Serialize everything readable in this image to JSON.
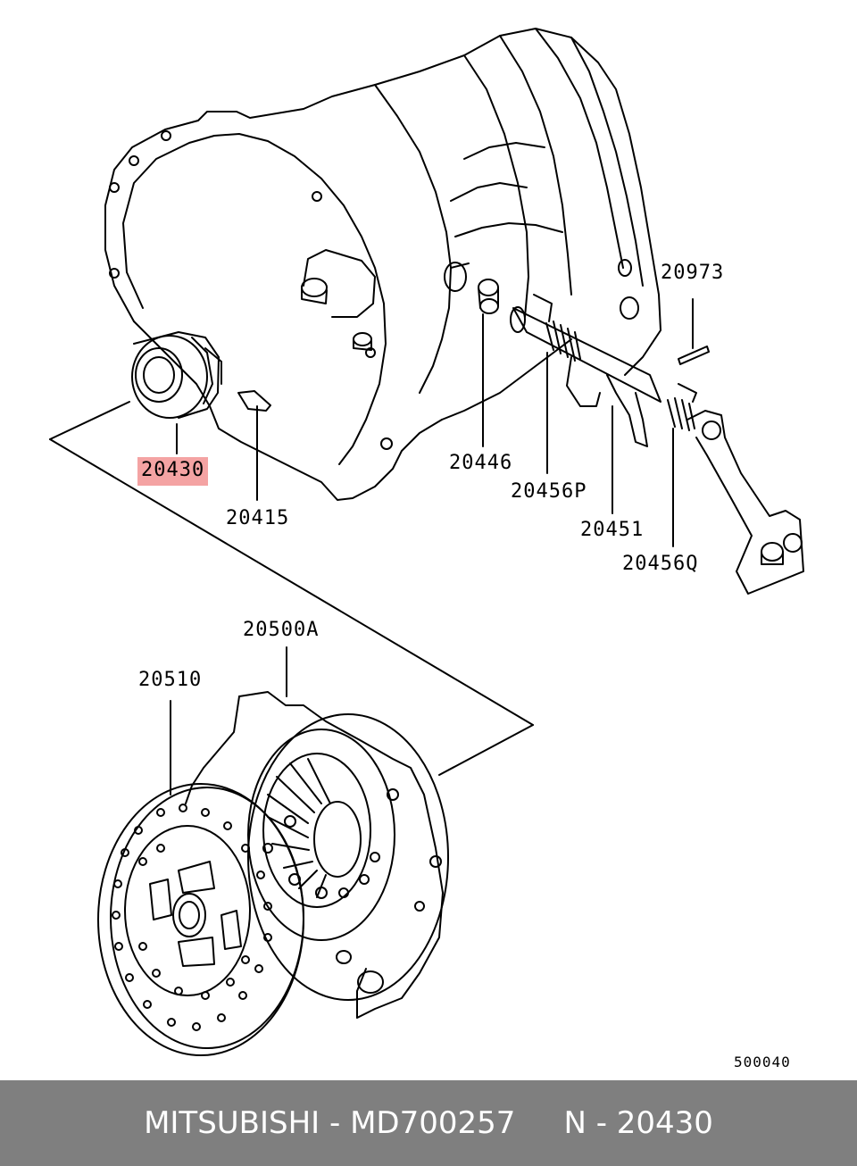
{
  "callouts": {
    "c20973": "20973",
    "c20430": "20430",
    "c20446": "20446",
    "c20456P": "20456P",
    "c20415": "20415",
    "c20451": "20451",
    "c20456Q": "20456Q",
    "c20500A": "20500A",
    "c20510": "20510"
  },
  "figure_number": "500040",
  "footer": {
    "brand": "MITSUBISHI",
    "part_number": "MD700257",
    "ref": "N - 20430",
    "separator": " - "
  },
  "colors": {
    "highlight": "#f4a3a3",
    "footer_bg": "#7f7f7f",
    "footer_text": "#ffffff"
  }
}
